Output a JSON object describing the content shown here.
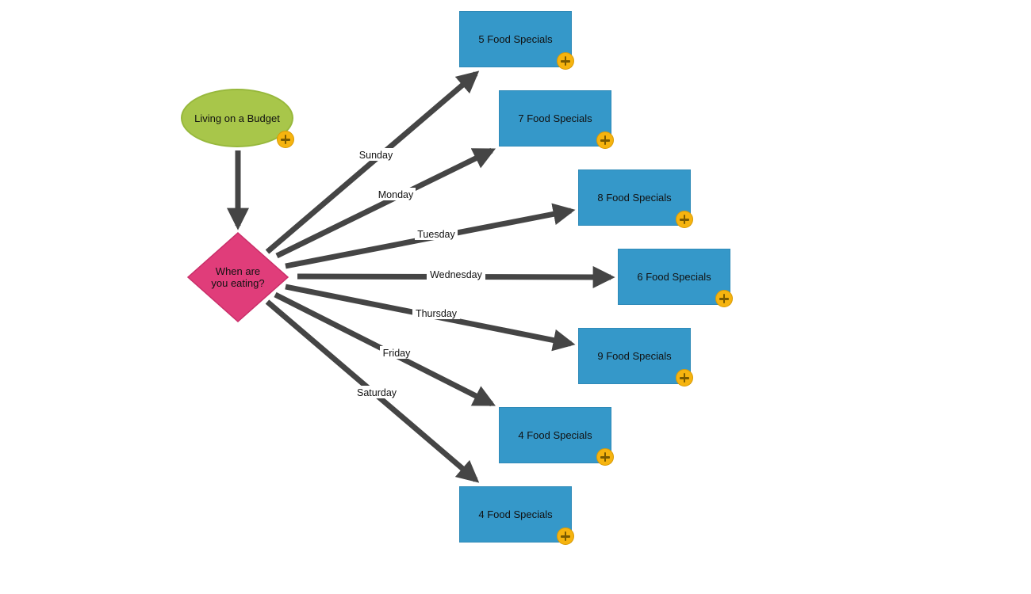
{
  "diagram": {
    "start": {
      "label": "Living on a Budget"
    },
    "decision": {
      "line1": "When are",
      "line2": "you eating?"
    },
    "branches": [
      {
        "day": "Sunday",
        "target": "5 Food Specials"
      },
      {
        "day": "Monday",
        "target": "7 Food Specials"
      },
      {
        "day": "Tuesday",
        "target": "8 Food Specials"
      },
      {
        "day": "Wednesday",
        "target": "6 Food Specials"
      },
      {
        "day": "Thursday",
        "target": "9 Food Specials"
      },
      {
        "day": "Friday",
        "target": "4 Food Specials"
      },
      {
        "day": "Saturday",
        "target": "4 Food Specials"
      }
    ],
    "add_icon": "plus-circle-icon",
    "colors": {
      "start": "#a8c64a",
      "decision": "#e03d7a",
      "box": "#3598c9",
      "edge": "#454545",
      "add": "#f6b40f"
    }
  }
}
